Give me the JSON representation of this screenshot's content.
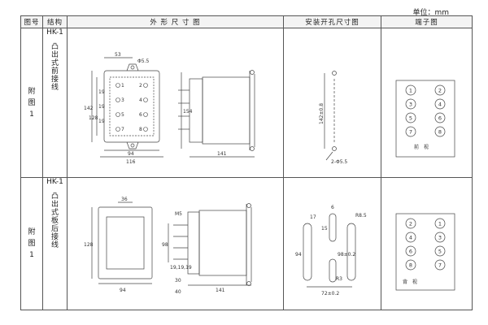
{
  "unit_label": "单位：mm",
  "headers": {
    "fig_no": "图号",
    "structure": "结构",
    "outline": "外 形 尺 寸 图",
    "mounting": "安装开孔尺寸图",
    "terminal": "端子图"
  },
  "rows": [
    {
      "fig_no": "附图1",
      "model": "HK-1",
      "structure": "凸出式前接线",
      "outline_dims": {
        "width_top": "53",
        "hole": "Φ5.5",
        "h1": "142",
        "h2": "128",
        "h3": "19",
        "h4": "19",
        "h5": "19",
        "b1": "94",
        "b2": "116",
        "side_h": "154",
        "side_w": "141"
      },
      "mount_dims": {
        "height": "142±0.8",
        "holes": "2-Φ5.5"
      },
      "terminals": [
        "1",
        "2",
        "3",
        "4",
        "5",
        "6",
        "7",
        "8"
      ],
      "terminal_view": "前 视"
    },
    {
      "fig_no": "附图1",
      "model": "HK-1",
      "structure": "凸出式板后接线",
      "outline_dims": {
        "top": "36",
        "h": "128",
        "w": "94",
        "screw": "M5",
        "h_side": "98",
        "pitch": "19,19,19",
        "d30": "30",
        "d40": "40",
        "len": "141"
      },
      "mount_dims": {
        "d17": "17",
        "d6": "6",
        "r": "R8.5",
        "d15": "15",
        "d94": "94",
        "d98": "98±0.2",
        "r3": "R3",
        "w72": "72±0.2"
      },
      "terminals": [
        "2",
        "1",
        "4",
        "3",
        "6",
        "5",
        "8",
        "7"
      ],
      "terminal_view": "背 视"
    }
  ]
}
